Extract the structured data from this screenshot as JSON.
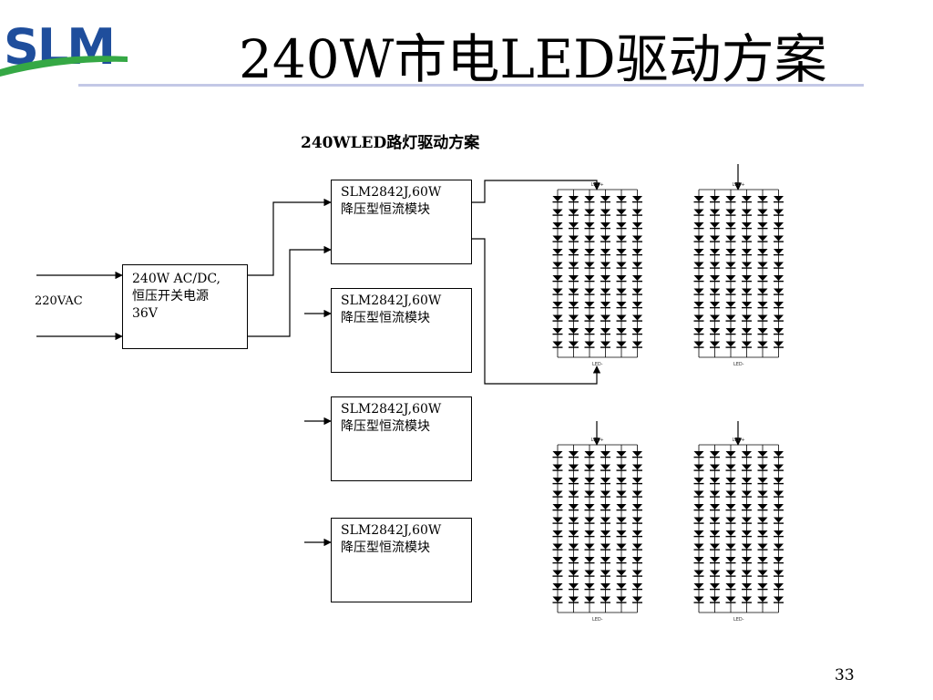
{
  "header": {
    "logo_text": "SLM",
    "title": "240W市电LED驱动方案"
  },
  "diagram": {
    "title": "240WLED路灯驱动方案",
    "input_label": "220VAC",
    "psu": {
      "line1": "240W AC/DC,",
      "line2": "恒压开关电源",
      "line3": "36V"
    },
    "modules": [
      {
        "line1": "SLM2842J,60W",
        "line2": "降压型恒流模块"
      },
      {
        "line1": "SLM2842J,60W",
        "line2": "降压型恒流模块"
      },
      {
        "line1": "SLM2842J,60W",
        "line2": "降压型恒流模块"
      },
      {
        "line1": "SLM2842J,60W",
        "line2": "降压型恒流模块"
      }
    ],
    "led_arrays": [
      {
        "top_label": "LED+",
        "bottom_label": "LED-"
      },
      {
        "top_label": "LED+",
        "bottom_label": "LED-"
      },
      {
        "top_label": "LED+",
        "bottom_label": "LED-"
      },
      {
        "top_label": "LED+",
        "bottom_label": "LED-"
      }
    ]
  },
  "footer": {
    "page_number": "33"
  },
  "colors": {
    "logo_blue": "#1f4e9c",
    "logo_green": "#35a845",
    "rule": "#c3c8e6"
  }
}
